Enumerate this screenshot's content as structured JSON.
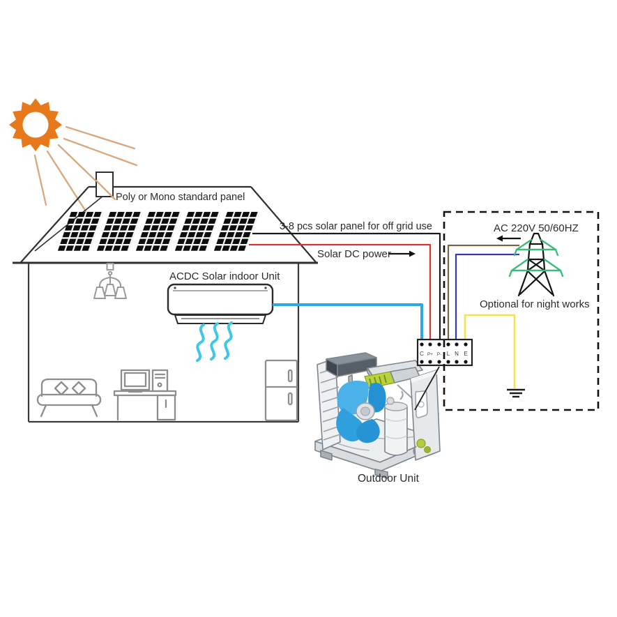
{
  "diagram": {
    "labels": {
      "panel": "Poly or Mono standard panel",
      "panel_count": "3-8 pcs solar panel for off grid use",
      "dc_power": "Solar DC power",
      "indoor_unit": "ACDC Solar indoor Unit",
      "ac_grid": "AC 220V 50/60HZ",
      "night": "Optional for night works",
      "outdoor_unit": "Outdoor Unit"
    },
    "terminal_block": {
      "terminals": [
        "C",
        "P+",
        "P-",
        "L",
        "N",
        "E"
      ]
    },
    "colors": {
      "sun": "#E8791A",
      "sun_rays": "#D8A77C",
      "wire_dc_plus": "#D9342B",
      "wire_dc_minus": "#1A1A1A",
      "wire_comm": "#2BAAE2",
      "wire_live": "#7A6248",
      "wire_neutral": "#3B36BE",
      "wire_earth": "#F2E44C",
      "tower_green": "#3CBA7C",
      "fan_blue": "#2F9FDD",
      "pcb_green": "#B8D33E",
      "airflow": "#3FC6E8"
    }
  }
}
